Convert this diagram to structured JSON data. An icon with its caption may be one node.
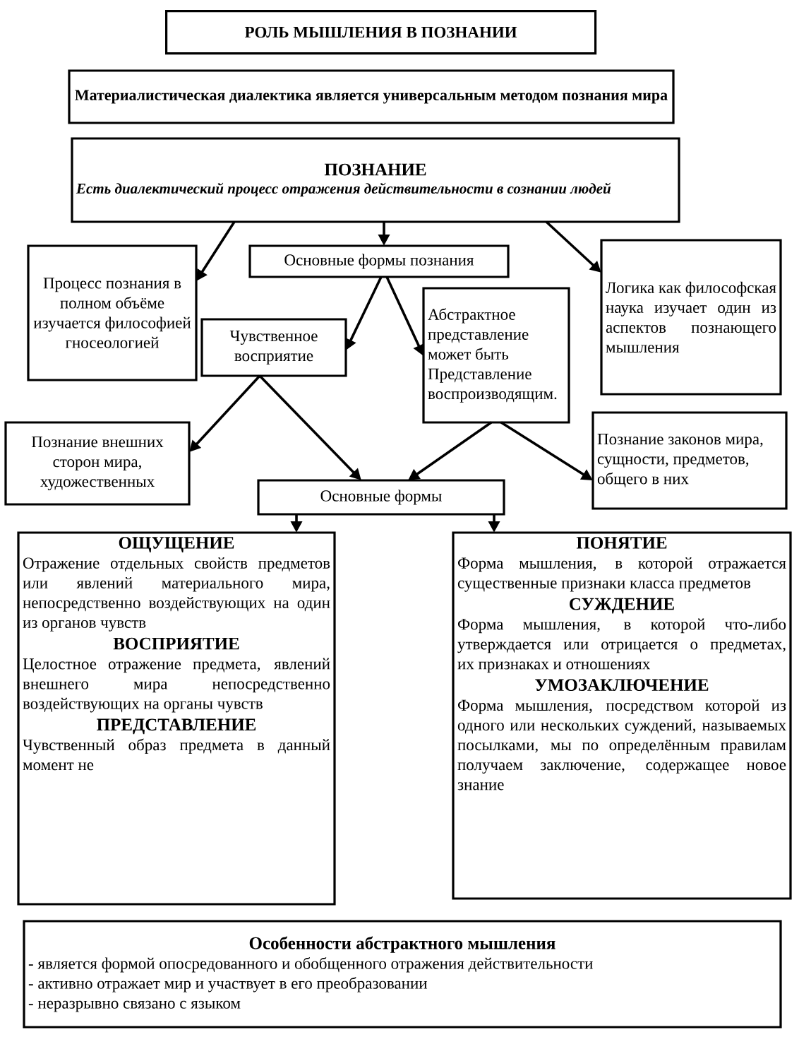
{
  "diagram": {
    "title": "РОЛЬ МЫШЛЕНИЯ В ПОЗНАНИИ",
    "nodes": [
      {
        "text": [
          "Материалистическая диалектика является универсальным методом познания мира"
        ]
      },
      {
        "text": [
          "ПОЗНАНИЕ",
          "Есть диалектический процесс отражения действительности в сознании людей"
        ]
      },
      {
        "text": [
          "Процесс познания в полном объёме изучается философией гносеологией"
        ]
      },
      {
        "text": [
          "Основные формы познания"
        ]
      },
      {
        "text": [
          "Логика как философская наука изучает один из аспектов познающего мышления"
        ]
      },
      {
        "text": [
          "Чувственное восприятие"
        ]
      },
      {
        "text": [
          "Абстрактное представление может быть Представление воспроизводящим."
        ]
      },
      {
        "text": [
          "Познание внешних сторон мира, художественных"
        ]
      },
      {
        "text": [
          "Познание законов мира, сущности, предметов, общего в них"
        ]
      },
      {
        "text": [
          "Основные формы"
        ]
      },
      {
        "text": [
          "ОЩУЩЕНИЕ",
          "Отражение отдельных свойств предметов или явлений материального мира, непосредственно воздействующих на один из органов чувств",
          "ВОСПРИЯТИЕ",
          "Целостное отражение предмета, явлений внешнего мира непосредственно воздействующих на органы чувств",
          "ПРЕДСТАВЛЕНИЕ",
          "Чувственный образ предмета в данный момент не"
        ]
      },
      {
        "text": [
          "ПОНЯТИЕ",
          "Форма мышления, в которой отражается существенные признаки класса предметов",
          "СУЖДЕНИЕ",
          "Форма мышления, в которой что-либо утверждается или отрицается о предметах, их признаках и отношениях",
          "УМОЗАКЛЮЧЕНИЕ",
          "Форма мышления, посредством которой из одного или нескольких суждений, называемых посылками, мы по определённым правилам получаем заключение, содержащее новое знание"
        ]
      },
      {
        "text": [
          "Особенности абстрактного мышления",
          "- является формой опосредованного и обобщенного отражения действительности",
          "- активно отражает мир и участвует в его преобразовании",
          "- неразрывно связано с языком"
        ]
      }
    ],
    "edges": [
      {
        "from": 1,
        "to": 2,
        "arrow": "to"
      },
      {
        "from": 1,
        "to": 3,
        "arrow": "to"
      },
      {
        "from": 1,
        "to": 4,
        "arrow": "to"
      },
      {
        "from": 3,
        "to": 5,
        "arrow": "to"
      },
      {
        "from": 3,
        "to": 6,
        "arrow": "to"
      },
      {
        "from": 5,
        "to": 7,
        "arrow": "to"
      },
      {
        "from": 5,
        "to": 9,
        "arrow": "to"
      },
      {
        "from": 6,
        "to": 9,
        "arrow": "to"
      },
      {
        "from": 6,
        "to": 8,
        "arrow": "to"
      },
      {
        "from": 9,
        "to": 10,
        "arrow": "to"
      },
      {
        "from": 9,
        "to": 11,
        "arrow": "to"
      }
    ]
  }
}
